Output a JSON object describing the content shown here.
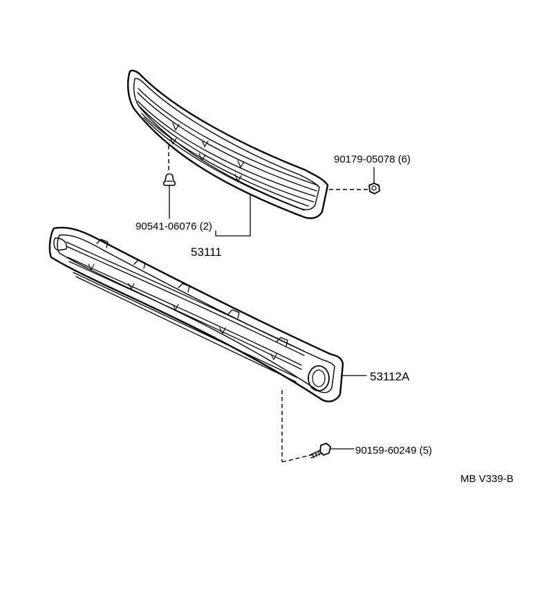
{
  "diagram": {
    "parts": {
      "grille_upper": "53111",
      "grille_lower": "53112A",
      "nut": "90179-05078 (6)",
      "clip": "90541-06076 (2)",
      "screw": "90159-60249 (5)"
    },
    "figure_code": "MB V339-B"
  }
}
